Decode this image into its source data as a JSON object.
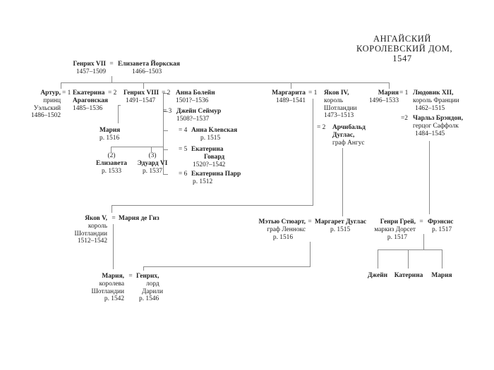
{
  "title": [
    "АНГАЙСКИЙ",
    "КОРОЛЕВСКИЙ ДОМ,",
    "1547"
  ],
  "eq": "=",
  "henry7": {
    "name": "Генрих VII",
    "dates": "1457–1509"
  },
  "elizabeth_york": {
    "name": "Елизавета Йоркская",
    "dates": "1466–1503"
  },
  "arthur": {
    "name": "Артур,",
    "l2": "принц",
    "l3": "Уэльский",
    "dates": "1486–1502"
  },
  "m_arthur": "= 1",
  "catherine_aragon": {
    "name": "Екатерина",
    "l2": "Арагонская",
    "dates": "1485–1536"
  },
  "m_henry8_1": "= 2",
  "henry8": {
    "name": "Генрих VIII",
    "dates": "1491–1547"
  },
  "m_boleyn": "= 2",
  "anne_boleyn": {
    "name": "Анна Болейн",
    "dates": "1501?–1536"
  },
  "m_seymour": "= 3",
  "jane_seymour": {
    "name": "Джейн Сеймур",
    "dates": "1508?–1537"
  },
  "m_cleves": "= 4",
  "anne_cleves": {
    "name": "Анна Клевская",
    "dates": "р. 1515"
  },
  "m_howard": "= 5",
  "catherine_howard": {
    "name": "Екатерина",
    "l2": "Говард",
    "dates": "1520?–1542"
  },
  "m_parr": "= 6",
  "catherine_parr": {
    "name": "Екатерина Парр",
    "dates": "р. 1512"
  },
  "mary_tudor": {
    "name": "Мария",
    "dates": "р. 1516"
  },
  "elizabeth": {
    "ord": "(2)",
    "name": "Елизавета",
    "dates": "р. 1533"
  },
  "edward6": {
    "ord": "(3)",
    "name": "Эдуард VI",
    "dates": "р. 1537"
  },
  "margaret": {
    "name": "Маргарита",
    "dates": "1489–1541"
  },
  "m_margaret_1": "= 1",
  "james4": {
    "name": "Яков IV,",
    "l2": "король",
    "l3": "Шотландии",
    "dates": "1473–1513"
  },
  "m_margaret_2": "= 2",
  "archibald": {
    "name": "Арчибальд",
    "l2": "Дуглас,",
    "l3": "граф Ангус"
  },
  "mary_sister": {
    "name": "Мария",
    "dates": "1496–1533"
  },
  "m_louis": "= 1",
  "louis12": {
    "name": "Людовик XII,",
    "l2": "король Франции",
    "dates": "1462–1515"
  },
  "m_brandon": "=2",
  "charles_brandon": {
    "name": "Чарльз Брэндон,",
    "l2": "герцог Саффолк",
    "dates": "1484–1545"
  },
  "james5": {
    "name": "Яков V,",
    "l2": "король",
    "l3": "Шотландии",
    "dates": "1512–1542"
  },
  "mary_guise": {
    "name": "Мария де Гиз"
  },
  "matthew_stuart": {
    "name": "Мэтью Стюарт,",
    "l2": "граф Леннокс",
    "dates": "р. 1516"
  },
  "margaret_douglas": {
    "name": "Маргарет Дуглас",
    "dates": "р. 1515"
  },
  "henry_grey": {
    "name": "Генри Грей,",
    "l2": "маркиз Дорсет",
    "dates": "р. 1517"
  },
  "frances": {
    "name": "Фрэнсис",
    "dates": "р. 1517"
  },
  "mary_scots": {
    "name": "Мария,",
    "l2": "королева",
    "l3": "Шотландии",
    "dates": "р. 1542"
  },
  "darnley": {
    "name": "Генрих,",
    "l2": "лорд",
    "l3": "Дарили",
    "dates": "р. 1546"
  },
  "jane_grey": {
    "name": "Джейн"
  },
  "katherine_grey": {
    "name": "Катерина"
  },
  "mary_grey": {
    "name": "Мария"
  }
}
